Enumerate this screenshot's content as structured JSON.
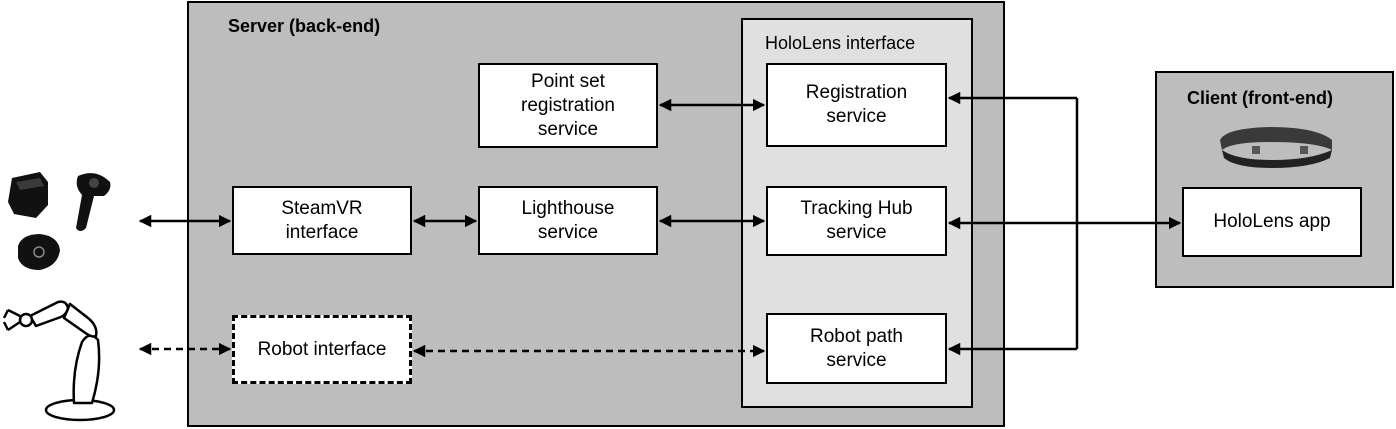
{
  "server": {
    "title": "Server (back-end)"
  },
  "client": {
    "title": "Client (front-end)",
    "app_label": "HoloLens app"
  },
  "hololens_interface": {
    "title": "HoloLens interface",
    "registration_label": "Registration\nservice",
    "tracking_label": "Tracking Hub\nservice",
    "robot_path_label": "Robot path\nservice"
  },
  "services": {
    "point_set_label": "Point set\nregistration\nservice",
    "steamvr_label": "SteamVR\ninterface",
    "lighthouse_label": "Lighthouse\nservice",
    "robot_interface_label": "Robot interface"
  },
  "colors": {
    "server_bg": "#bdbdbd",
    "interface_bg": "#e0e0e0",
    "box_bg": "#ffffff",
    "stroke": "#000000"
  }
}
